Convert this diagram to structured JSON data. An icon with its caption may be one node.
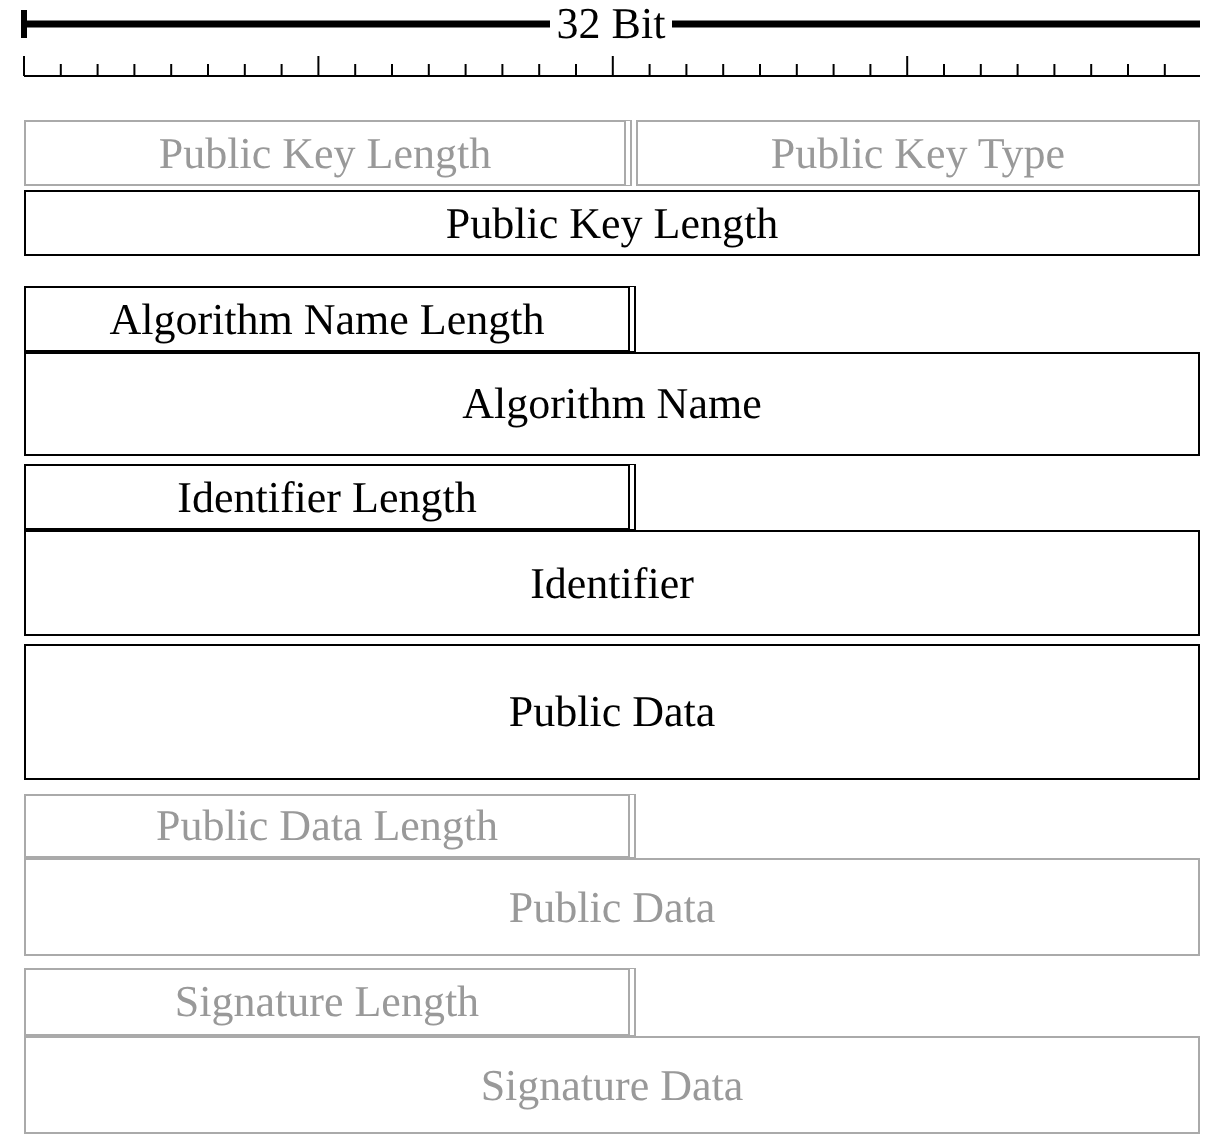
{
  "diagram": {
    "nodes": [
      {
        "text": [
          "Public Key Length"
        ]
      },
      {
        "text": [
          "Public Key Type"
        ]
      },
      {
        "text": [
          "Public Key Length"
        ]
      },
      {
        "text": [
          "Algorithm Name Length"
        ]
      },
      {
        "text": [
          "Algorithm Name"
        ]
      },
      {
        "text": [
          "Identifier Length"
        ]
      },
      {
        "text": [
          "Identifier"
        ]
      },
      {
        "text": [
          "Public Data"
        ]
      },
      {
        "text": [
          "Public Data Length"
        ]
      },
      {
        "text": [
          "Public Data"
        ]
      },
      {
        "text": [
          "Signature Length"
        ]
      },
      {
        "text": [
          "Signature Data"
        ]
      }
    ],
    "labels": [
      "32 Bit"
    ]
  }
}
